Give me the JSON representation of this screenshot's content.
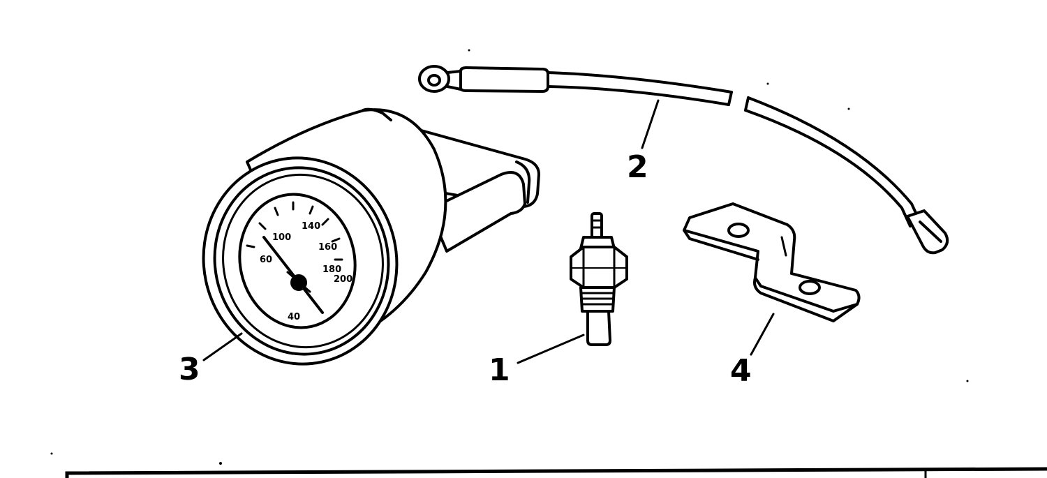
{
  "colors": {
    "ink": "#000000",
    "paper": "#ffffff"
  },
  "callouts": [
    {
      "id": "1",
      "label": "1",
      "part": "temperature-sender"
    },
    {
      "id": "2",
      "label": "2",
      "part": "sender-wire"
    },
    {
      "id": "3",
      "label": "3",
      "part": "temperature-gauge"
    },
    {
      "id": "4",
      "label": "4",
      "part": "mounting-bracket"
    }
  ],
  "gauge_dial_labels": [
    "140",
    "100",
    "160",
    "60",
    "180",
    "200",
    "40"
  ]
}
